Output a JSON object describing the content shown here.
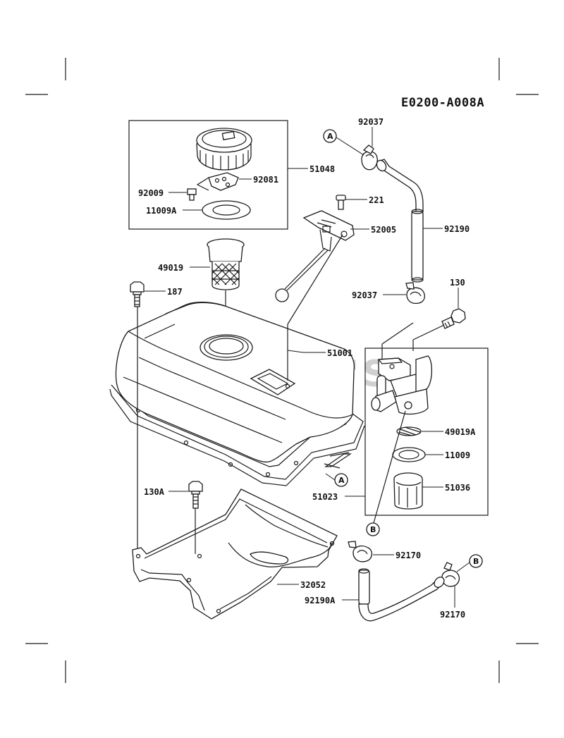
{
  "diagram": {
    "code": "E0200-A008A",
    "watermark": "CUTLER'S"
  },
  "callouts": {
    "a": "A",
    "b": "B"
  },
  "parts": {
    "p92037_top": "92037",
    "p51048": "51048",
    "p92081": "92081",
    "p92009": "92009",
    "p11009A": "11009A",
    "p221": "221",
    "p52005": "52005",
    "p92190": "92190",
    "p49019": "49019",
    "p187": "187",
    "p92037_mid": "92037",
    "p130": "130",
    "p51001": "51001",
    "p49019A": "49019A",
    "p11009": "11009",
    "p51036": "51036",
    "p51023": "51023",
    "p130A": "130A",
    "p92170_mid": "92170",
    "p32052": "32052",
    "p92190A": "92190A",
    "p92170_bot": "92170"
  }
}
